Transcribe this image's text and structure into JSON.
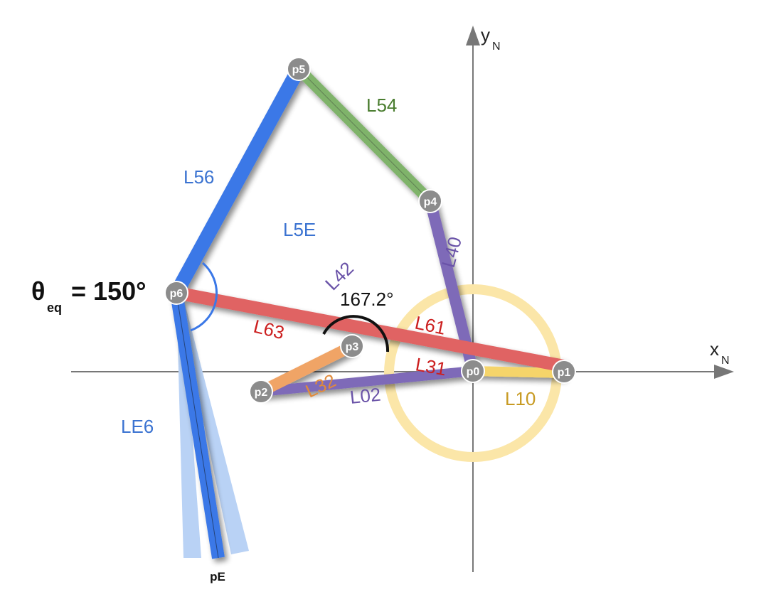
{
  "axes": {
    "x_label": "x",
    "x_sub": "N",
    "y_label": "y",
    "y_sub": "N"
  },
  "theta": {
    "symbol": "θ",
    "sub": "eq",
    "value": "= 150°"
  },
  "angle_p3": "167.2°",
  "links": {
    "L54": "L54",
    "L56": "L56",
    "L5E": "L5E",
    "L42": "L42",
    "L40": "L40",
    "L63": "L63",
    "L61": "L61",
    "L31": "L31",
    "L32": "L32",
    "L02": "L02",
    "L10": "L10",
    "LE6": "LE6"
  },
  "nodes": {
    "p0": "p0",
    "p1": "p1",
    "p2": "p2",
    "p3": "p3",
    "p4": "p4",
    "p5": "p5",
    "p6": "p6",
    "pE": "pE"
  },
  "colors": {
    "blue": "#3b78e7",
    "green": "#7fb36a",
    "purple": "#7e6ab8",
    "red": "#e06464",
    "orange": "#f0a466",
    "yellow": "#f5d46a",
    "yellow_ring": "#fbe6a8",
    "light_blue": "#b9d2f5",
    "node_fill": "#8c8c8c",
    "label_blue": "#3b73d1",
    "label_green": "#4a7d2f",
    "label_purple": "#6a53a8",
    "label_red": "#cc1f1f",
    "label_orange": "#e08a3c",
    "label_yellow": "#c79a22"
  }
}
